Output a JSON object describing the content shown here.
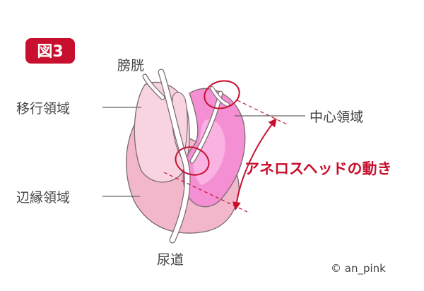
{
  "figure": {
    "badge": "図3",
    "credit": "© an_pink"
  },
  "labels": {
    "bladder": "膀胱",
    "transition_zone": "移行領域",
    "peripheral_zone": "辺縁領域",
    "central_zone": "中心領域",
    "urethra": "尿道",
    "motion_caption": "アネロスヘッドの動き"
  },
  "colors": {
    "badge": "#c8102e",
    "accent": "#c8102e",
    "peripheral_zone": "#f3b7cc",
    "transition_zone": "#f8d3e1",
    "central_zone": "#f48fd3",
    "central_zone_light": "#f9b2e2",
    "outline": "#7a6a70",
    "label_text": "#444444"
  }
}
